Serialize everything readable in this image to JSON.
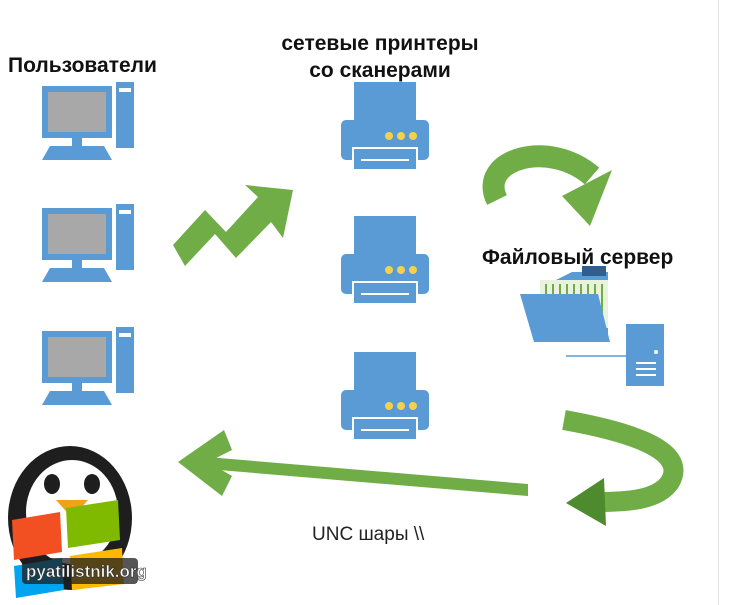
{
  "labels": {
    "users": "Пользователи",
    "printers_line1": "сетевые принтеры",
    "printers_line2": "со сканерами",
    "file_server": "Файловый сервер",
    "unc": "UNC шары \\\\"
  },
  "logo": {
    "text": "pyatilistnik.org",
    "icon": "penguin-windows-logo"
  },
  "nodes": {
    "computers": [
      "computer-icon",
      "computer-icon",
      "computer-icon"
    ],
    "printers": [
      "printer-icon",
      "printer-icon",
      "printer-icon"
    ],
    "server": [
      "folder-icon",
      "server-tower-icon"
    ]
  },
  "colors": {
    "device_blue": "#5b9bd5",
    "screen_gray": "#a8a8a8",
    "arrow_green": "#70ad47",
    "printer_buttons": "#f2d24b"
  }
}
